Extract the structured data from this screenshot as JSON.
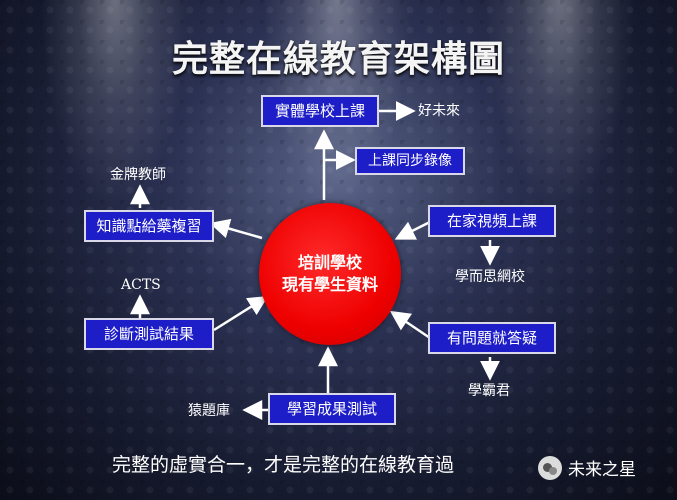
{
  "title": "完整在線教育架構圖",
  "center": {
    "line1": "培訓學校",
    "line2": "現有學生資料"
  },
  "boxes": {
    "top": "實體學校上課",
    "top_sub": "上課同步錄像",
    "left_upper": "知識點給藥複習",
    "left_lower": "診斷測試結果",
    "right_upper": "在家視頻上課",
    "right_lower": "有問題就答疑",
    "bottom": "學習成果測試"
  },
  "labels": {
    "top_out": "好未來",
    "left_upper_out": "金牌教師",
    "left_lower_out": "ACTS",
    "right_upper_out": "學而思網校",
    "right_lower_out": "學霸君",
    "bottom_out": "猿題庫"
  },
  "footer": "完整的虛實合一，才是完整的在線教育過",
  "watermark": "未来之星"
}
